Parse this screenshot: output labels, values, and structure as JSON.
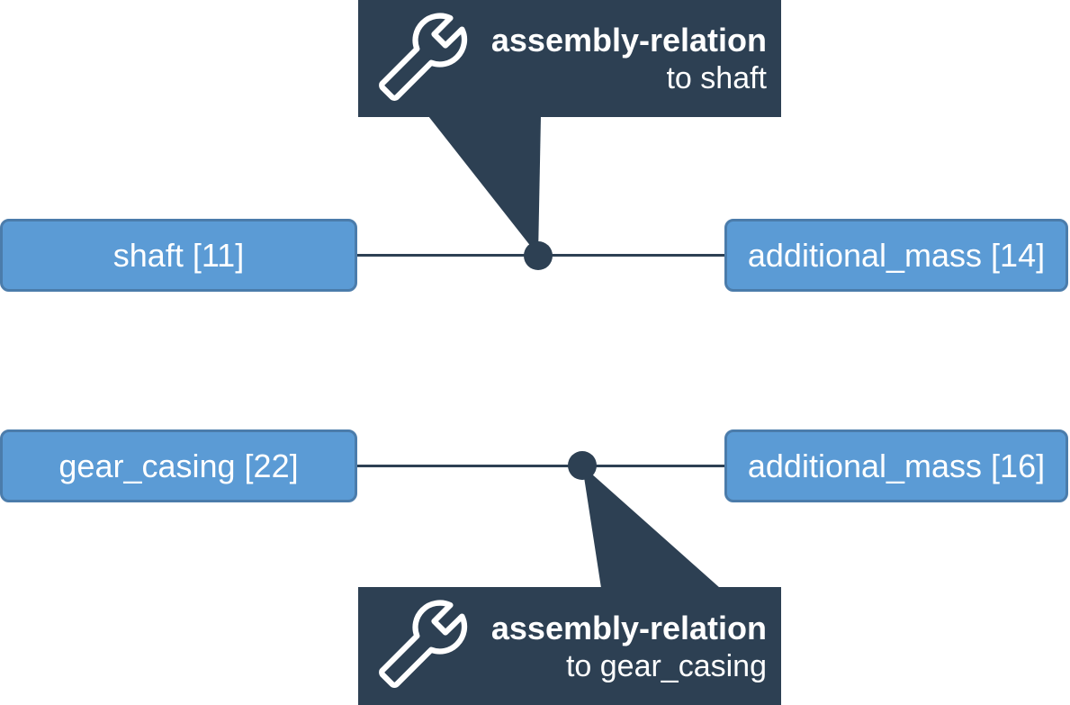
{
  "diagram": {
    "colors": {
      "background": "#ffffff",
      "node_fill": "#5b9bd5",
      "node_border": "#4b7cab",
      "callout_dark": "#2d4053",
      "connector": "#2d4053",
      "text_light": "#ffffff"
    },
    "nodes": [
      {
        "label": "shaft [11]"
      },
      {
        "label": "additional_mass [14]"
      },
      {
        "label": "gear_casing [22]"
      },
      {
        "label": "additional_mass [16]"
      }
    ],
    "callouts": [
      {
        "icon": "wrench-icon",
        "title": "assembly-relation",
        "target": "to shaft"
      },
      {
        "icon": "wrench-icon",
        "title": "assembly-relation",
        "target": "to gear_casing"
      }
    ],
    "connections": [
      {
        "from": "shaft [11]",
        "to": "additional_mass [14]",
        "relation": "assembly-relation to shaft"
      },
      {
        "from": "gear_casing [22]",
        "to": "additional_mass [16]",
        "relation": "assembly-relation to gear_casing"
      }
    ]
  }
}
